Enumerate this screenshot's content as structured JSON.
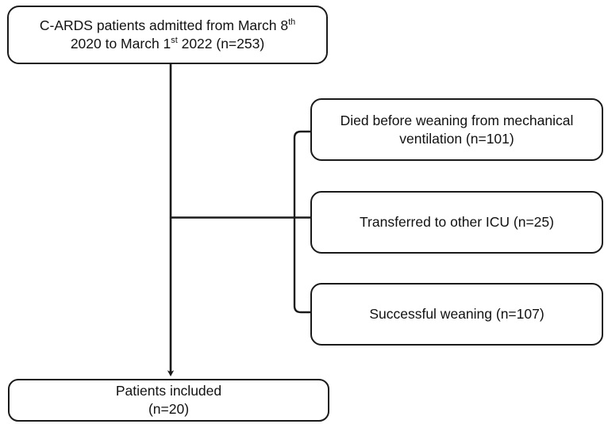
{
  "diagram": {
    "type": "flowchart",
    "title": "C-ARDS patient selection flow diagram",
    "orientation": "top-to-bottom with right-side exclusion branch",
    "stroke_color": "#1a1a1a",
    "background_color": "#ffffff",
    "nodes": [
      {
        "id": "enrolled",
        "role": "source-cohort",
        "line1_prefix": "C-ARDS patients admitted from March 8",
        "line1_sup": "th",
        "line2_prefix": "2020 to March 1",
        "line2_sup": "st",
        "line2_suffix": " 2022 (n=253)",
        "count": 253,
        "count_label": "n=253"
      },
      {
        "id": "died",
        "role": "exclusion",
        "text": "Died before weaning from mechanical\nventilation (n=101)",
        "count": 101,
        "count_label": "n=101"
      },
      {
        "id": "transferred",
        "role": "exclusion",
        "text": "Transferred to other ICU (n=25)",
        "count": 25,
        "count_label": "n=25"
      },
      {
        "id": "weaned",
        "role": "exclusion",
        "text": "Successful weaning (n=107)",
        "count": 107,
        "count_label": "n=107"
      },
      {
        "id": "included",
        "role": "final-cohort",
        "text": "Patients included\n(n=20)",
        "count": 20,
        "count_label": "n=20"
      }
    ],
    "edges": [
      {
        "id": "enrolled-to-branch",
        "from": "enrolled",
        "to": "branch-point",
        "style": "plain-line"
      },
      {
        "id": "branch-to-died",
        "from": "branch-point",
        "to": "died",
        "style": "brace"
      },
      {
        "id": "branch-to-transferred",
        "from": "branch-point",
        "to": "transferred",
        "style": "brace"
      },
      {
        "id": "branch-to-weaned",
        "from": "branch-point",
        "to": "weaned",
        "style": "brace"
      },
      {
        "id": "enrolled-to-included",
        "from": "enrolled",
        "to": "included",
        "style": "arrow-down"
      }
    ]
  }
}
